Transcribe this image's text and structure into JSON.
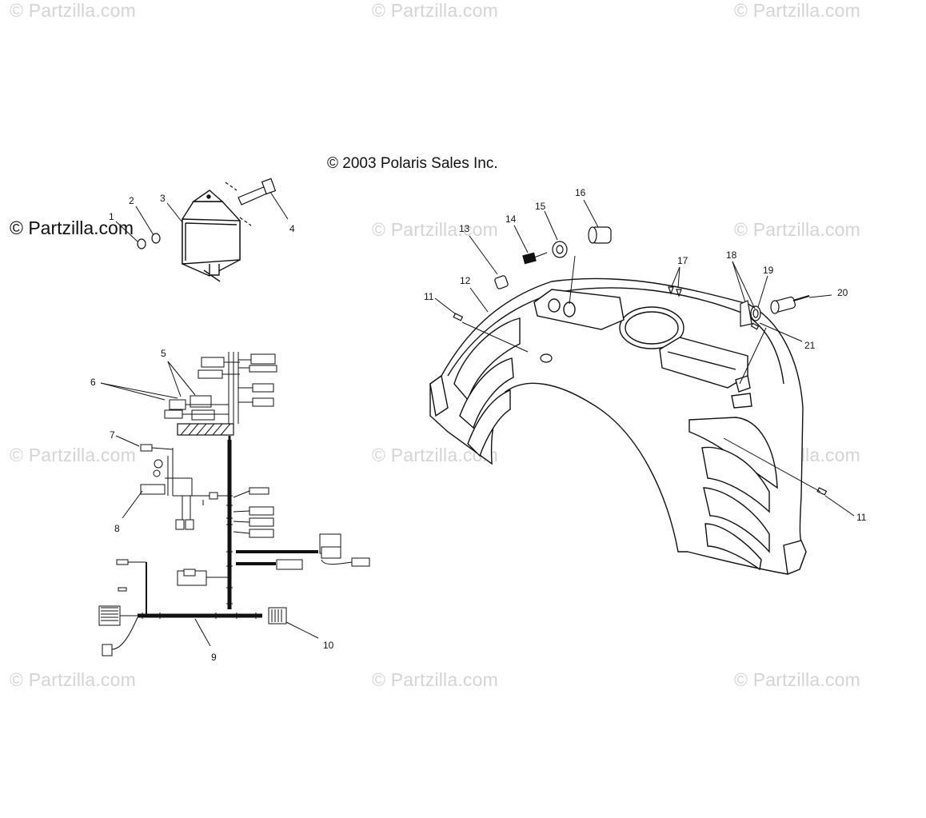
{
  "watermark_text": "© Partzilla.com",
  "main_watermark": "© Partzilla.com",
  "copyright": "© 2003 Polaris Sales Inc.",
  "callouts": {
    "c1": "1",
    "c2": "2",
    "c3": "3",
    "c4": "4",
    "c5": "5",
    "c6": "6",
    "c7": "7",
    "c8": "8",
    "c9": "9",
    "c10": "10",
    "c11a": "11",
    "c11b": "11",
    "c12": "12",
    "c13": "13",
    "c14": "14",
    "c15": "15",
    "c16": "16",
    "c17": "17",
    "c18": "18",
    "c19": "19",
    "c20": "20",
    "c21": "21"
  }
}
